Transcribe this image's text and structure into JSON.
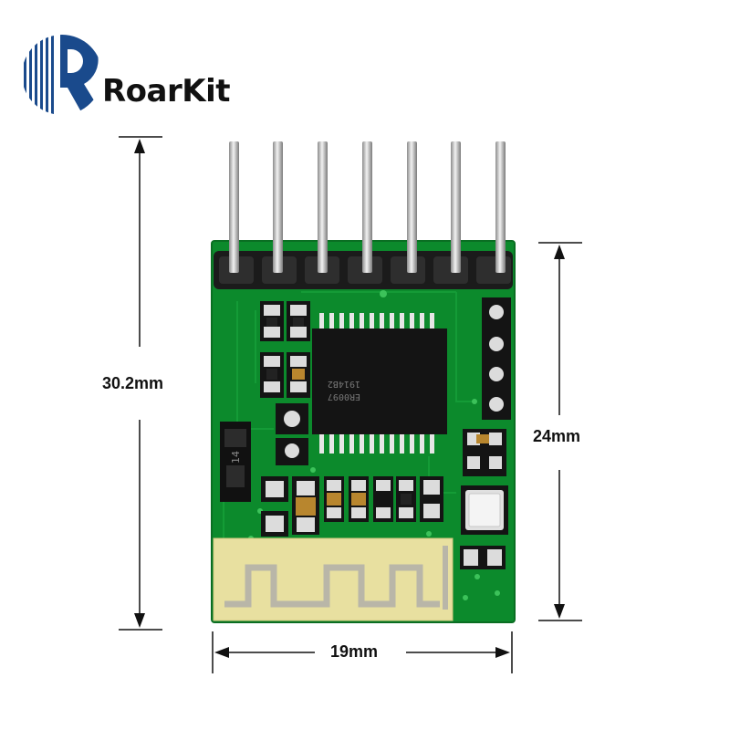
{
  "brand": {
    "name": "RoarKit",
    "logo_icon": "roarkit-logo-icon",
    "colors": {
      "primary": "#1a4a8c",
      "text": "#111111"
    }
  },
  "dimensions": {
    "height_total": "30.2mm",
    "height_board": "24mm",
    "width": "19mm"
  },
  "product": {
    "board_color": "#0c8a2c",
    "chip_markings": [
      "1914B2",
      "ER0097"
    ],
    "diode_marking": "14"
  }
}
